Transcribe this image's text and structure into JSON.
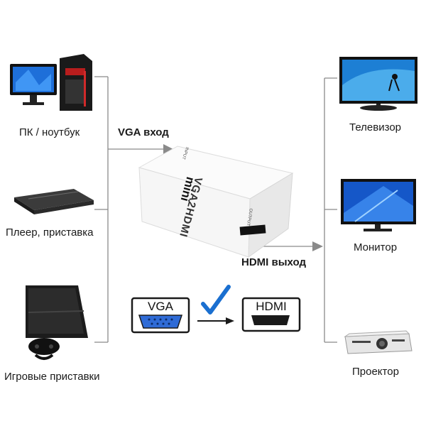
{
  "sources": [
    {
      "label": "ПК / ноутбук",
      "icon": "desktop-pc-icon"
    },
    {
      "label": "Плеер, приставка",
      "icon": "media-player-icon"
    },
    {
      "label": "Игровые приставки",
      "icon": "game-console-icon"
    }
  ],
  "outputs": [
    {
      "label": "Телевизор",
      "icon": "tv-icon"
    },
    {
      "label": "Монитор",
      "icon": "monitor-icon"
    },
    {
      "label": "Проектор",
      "icon": "projector-icon"
    }
  ],
  "input_label": "VGA вход",
  "output_label": "HDMI выход",
  "device": {
    "name": "VGA2HDMI",
    "badge": "mini",
    "input_port": "INPUT",
    "output_port": "OUTPUT"
  },
  "flow": {
    "from": "VGA",
    "to": "HDMI"
  },
  "colors": {
    "line": "#8a8a8a",
    "check": "#1a6fd0",
    "vga_port": "#2f6bd6"
  }
}
